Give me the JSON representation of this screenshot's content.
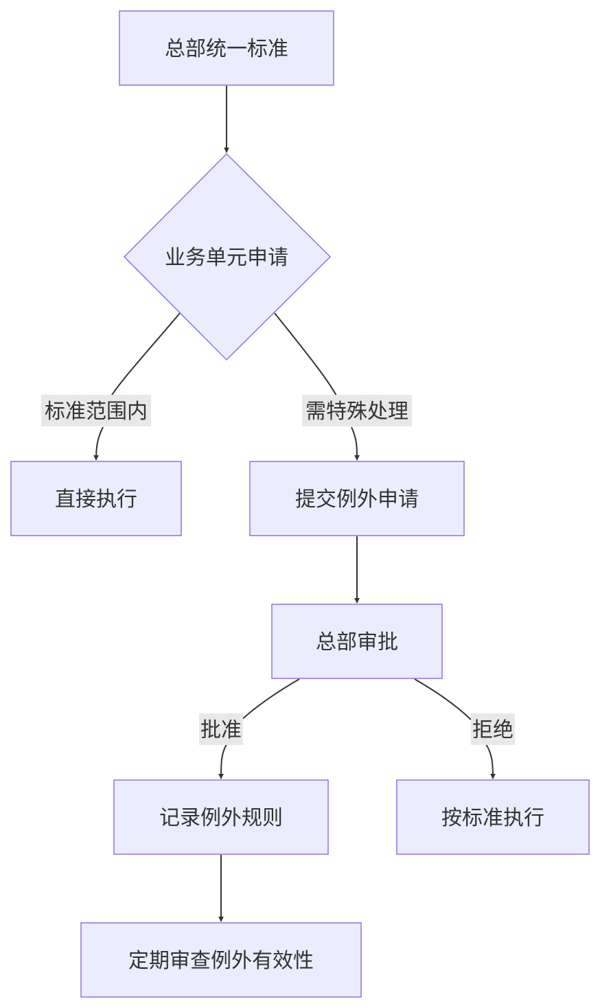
{
  "diagram": {
    "nodes": {
      "hq_standard": "总部统一标准",
      "bu_request": "业务单元申请",
      "direct_execute": "直接执行",
      "submit_exception": "提交例外申请",
      "hq_approval": "总部审批",
      "record_exception": "记录例外规则",
      "execute_standard": "按标准执行",
      "periodic_review": "定期审查例外有效性"
    },
    "edge_labels": {
      "within_standard": "标准范围内",
      "special_handling": "需特殊处理",
      "approve": "批准",
      "reject": "拒绝"
    },
    "colors": {
      "node_fill": "#ececff",
      "node_stroke": "#9370db",
      "edge": "#333333",
      "label_bg": "#e8e8e8",
      "text": "#333333"
    }
  }
}
